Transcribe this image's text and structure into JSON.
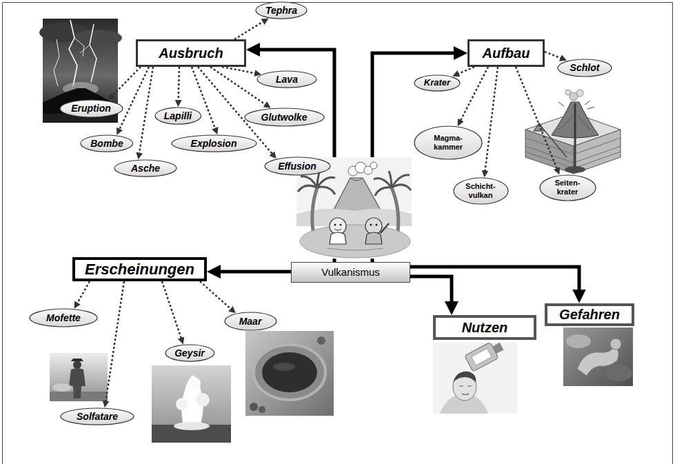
{
  "diagram": {
    "nodes": [
      {
        "text": [
          "Ausbruch"
        ]
      },
      {
        "text": [
          "Tephra"
        ]
      },
      {
        "text": [
          "Aufbau"
        ]
      },
      {
        "text": [
          "Schlot"
        ]
      },
      {
        "text": [
          "Krater"
        ]
      },
      {
        "text": [
          "Lava"
        ]
      },
      {
        "text": [
          "Eruption"
        ]
      },
      {
        "text": [
          "Lapilli"
        ]
      },
      {
        "text": [
          "Glutwolke"
        ]
      },
      {
        "text": [
          "Magma- kammer"
        ]
      },
      {
        "text": [
          "Bombe"
        ]
      },
      {
        "text": [
          "Explosion"
        ]
      },
      {
        "text": [
          "Effusion"
        ]
      },
      {
        "text": [
          "Asche"
        ]
      },
      {
        "text": [
          "Schicht- vulkan"
        ]
      },
      {
        "text": [
          "Seiten- krater"
        ]
      },
      {
        "text": [
          "Erscheinungen"
        ]
      },
      {
        "text": [
          "Vulkanismus"
        ]
      },
      {
        "text": [
          "Gefahren"
        ]
      },
      {
        "text": [
          "Mofette"
        ]
      },
      {
        "text": [
          "Maar"
        ]
      },
      {
        "text": [
          "Nutzen"
        ]
      },
      {
        "text": [
          "Geysir"
        ]
      },
      {
        "text": [
          "Solfatare"
        ]
      }
    ],
    "edges": [
      {
        "from": 17,
        "to": 0,
        "arrow": "to"
      },
      {
        "from": 17,
        "to": 2,
        "arrow": "to"
      },
      {
        "from": 17,
        "to": 16,
        "arrow": "to"
      },
      {
        "from": 17,
        "to": 21,
        "arrow": "to"
      },
      {
        "from": 17,
        "to": 18,
        "arrow": "to"
      },
      {
        "from": 0,
        "to": 1,
        "arrow": "to"
      },
      {
        "from": 0,
        "to": 5,
        "arrow": "to"
      },
      {
        "from": 0,
        "to": 8,
        "arrow": "to"
      },
      {
        "from": 0,
        "to": 12,
        "arrow": "to"
      },
      {
        "from": 0,
        "to": 11,
        "arrow": "to"
      },
      {
        "from": 0,
        "to": 7,
        "arrow": "to"
      },
      {
        "from": 0,
        "to": 13,
        "arrow": "to"
      },
      {
        "from": 0,
        "to": 10,
        "arrow": "to"
      },
      {
        "from": 0,
        "to": 6,
        "arrow": "to"
      },
      {
        "from": 2,
        "to": 4,
        "arrow": "to"
      },
      {
        "from": 2,
        "to": 3,
        "arrow": "to"
      },
      {
        "from": 2,
        "to": 9,
        "arrow": "to"
      },
      {
        "from": 2,
        "to": 14,
        "arrow": "to"
      },
      {
        "from": 2,
        "to": 15,
        "arrow": "to"
      },
      {
        "from": 16,
        "to": 19,
        "arrow": "to"
      },
      {
        "from": 16,
        "to": 23,
        "arrow": "to"
      },
      {
        "from": 16,
        "to": 22,
        "arrow": "to"
      },
      {
        "from": 16,
        "to": 20,
        "arrow": "to"
      }
    ]
  }
}
